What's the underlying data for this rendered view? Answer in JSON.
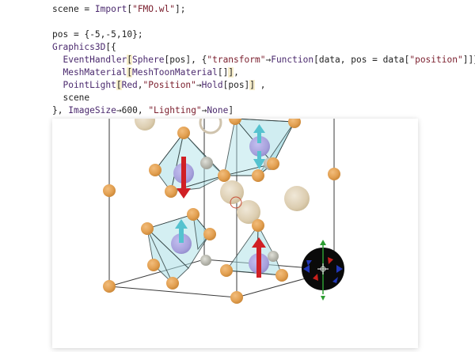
{
  "notebook": {
    "cells": [
      {
        "kind": "input",
        "lines": [
          [
            {
              "t": "scene",
              "c": "var"
            },
            {
              "t": " = ",
              "c": "op"
            },
            {
              "t": "Import",
              "c": "fn"
            },
            {
              "t": "[",
              "c": "sym"
            },
            {
              "t": "\"FMO.wl\"",
              "c": "str"
            },
            {
              "t": "];",
              "c": "sym"
            }
          ],
          [],
          [
            {
              "t": "pos",
              "c": "var"
            },
            {
              "t": " = ",
              "c": "op"
            },
            {
              "t": "{",
              "c": "sym"
            },
            {
              "t": "-5",
              "c": "num"
            },
            {
              "t": ",",
              "c": "sym"
            },
            {
              "t": "-5",
              "c": "num"
            },
            {
              "t": ",",
              "c": "sym"
            },
            {
              "t": "10",
              "c": "num"
            },
            {
              "t": "};",
              "c": "sym"
            }
          ],
          [
            {
              "t": "Graphics3D",
              "c": "fn"
            },
            {
              "t": "[{",
              "c": "sym"
            }
          ],
          [
            {
              "t": "  EventHandler",
              "c": "fn"
            },
            {
              "t": "[",
              "c": "hl"
            },
            {
              "t": "Sphere",
              "c": "fn"
            },
            {
              "t": "[pos], {",
              "c": "sym"
            },
            {
              "t": "\"transform\"",
              "c": "str"
            },
            {
              "t": "→",
              "c": "op"
            },
            {
              "t": "Function",
              "c": "fn"
            },
            {
              "t": "[data, pos = data[",
              "c": "sym"
            },
            {
              "t": "\"position\"",
              "c": "str"
            },
            {
              "t": "]]}",
              "c": "sym"
            },
            {
              "t": "]",
              "c": "hl"
            },
            {
              "t": ",",
              "c": "sym"
            }
          ],
          [
            {
              "t": "  MeshMaterial",
              "c": "fn"
            },
            {
              "t": "[",
              "c": "hl"
            },
            {
              "t": "MeshToonMaterial",
              "c": "fn"
            },
            {
              "t": "[]",
              "c": "sym"
            },
            {
              "t": "]",
              "c": "hl"
            },
            {
              "t": ",",
              "c": "sym"
            }
          ],
          [
            {
              "t": "  PointLight",
              "c": "fn"
            },
            {
              "t": "[",
              "c": "hl"
            },
            {
              "t": "Red",
              "c": "fn"
            },
            {
              "t": ",",
              "c": "sym"
            },
            {
              "t": "\"Position\"",
              "c": "str"
            },
            {
              "t": "→",
              "c": "op"
            },
            {
              "t": "Hold",
              "c": "fn"
            },
            {
              "t": "[pos]",
              "c": "sym"
            },
            {
              "t": "]",
              "c": "hl"
            },
            {
              "t": " ,",
              "c": "sym"
            }
          ],
          [
            {
              "t": "  scene",
              "c": "var"
            }
          ],
          [
            {
              "t": "}",
              "c": "sym"
            },
            {
              "t": ", ",
              "c": "sym"
            },
            {
              "t": "ImageSize",
              "c": "fn"
            },
            {
              "t": "→",
              "c": "op"
            },
            {
              "t": "600",
              "c": "num"
            },
            {
              "t": ", ",
              "c": "sym"
            },
            {
              "t": "\"Lighting\"",
              "c": "str"
            },
            {
              "t": "→",
              "c": "op"
            },
            {
              "t": "None",
              "c": "fn"
            },
            {
              "t": "]",
              "c": "sym"
            }
          ]
        ]
      }
    ]
  },
  "scene": {
    "colors": {
      "atom_orange": "#e3a153",
      "atom_orange_dark": "#c98535",
      "atom_beige": "#dccdb0",
      "octahedron_fill": "#a9dfe6",
      "octahedron_edge": "#2b3a3a",
      "cell_edge": "#3a3a3a",
      "lavender": "#a7a1dc",
      "arrow_red": "#d02025",
      "arrow_cyan": "#55c2cf",
      "gizmo_black": "#0a0a0a",
      "gizmo_red": "#c8201c",
      "gizmo_green": "#2c9c32",
      "gizmo_blue": "#2238b8",
      "probe_ring": "#c8503a"
    },
    "icons": [
      "sphere-handle-icon",
      "transform-gizmo-icon"
    ],
    "lighting": "None"
  }
}
